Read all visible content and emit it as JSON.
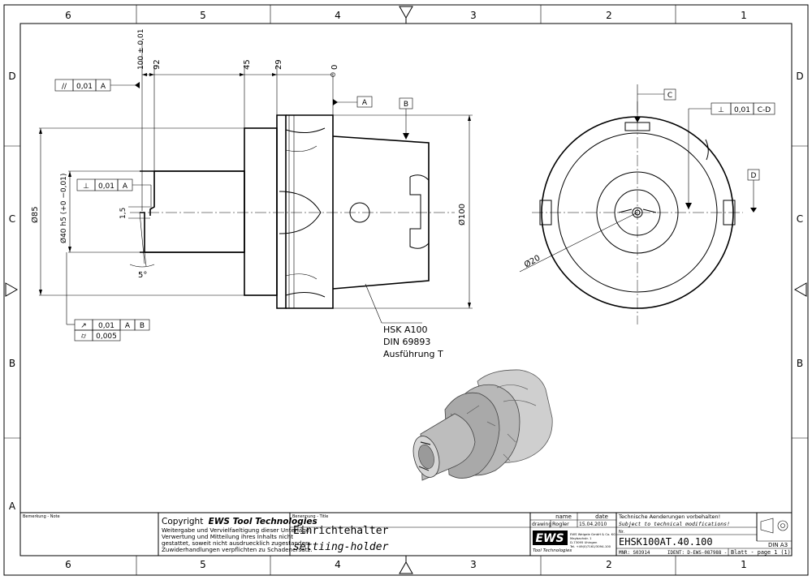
{
  "frame": {
    "col_labels_top": [
      "6",
      "5",
      "4",
      "3",
      "2",
      "1"
    ],
    "col_labels_bottom": [
      "6",
      "5",
      "4",
      "3",
      "2",
      "1"
    ],
    "row_labels": [
      "D",
      "C",
      "B",
      "A"
    ]
  },
  "dims": {
    "d100tol": "100 ± 0,01",
    "d92": "92",
    "d45": "45",
    "d29": "29",
    "d0": "0",
    "d85": "Ø85",
    "d40": "Ø40 h5 (+0  −0,01)",
    "d15": "1,5",
    "d5deg": "5°",
    "d100": "Ø100",
    "d20": "Ø20"
  },
  "datums": {
    "A": "A",
    "B": "B",
    "C": "C",
    "D": "D"
  },
  "tolerances": {
    "parallel": {
      "symbol": "//",
      "value": "0,01",
      "ref": "A"
    },
    "perp_left": {
      "symbol": "⊥",
      "value": "0,01",
      "ref": "A"
    },
    "perp_right": {
      "symbol": "⊥",
      "value": "0,01",
      "ref": "C-D"
    },
    "runout": {
      "symbol": "↗",
      "value": "0,01",
      "ref1": "A",
      "ref2": "B"
    },
    "cyl": {
      "symbol": "⌭",
      "value": "0,005"
    }
  },
  "callout": {
    "line1": "HSK A100",
    "line2": "DIN 69893",
    "line3": "Ausführung T"
  },
  "titleblock": {
    "note_label": "Bemerkung - Note",
    "copyright_prefix": "Copyright",
    "copyright_brand": "EWS Tool Technologies",
    "copyright_lines": [
      "Weitergabe und Vervielfaeltigung dieser Unterlage,",
      "Verwertung und Mitteilung ihres Inhalts nicht",
      "gestattet, soweit nicht ausdruecklich zugestanden.",
      "Zuwiderhandlungen verpflichten zu Schadenersatz."
    ],
    "title_label": "Benennung - Title",
    "title_de": "Einrichtehalter",
    "title_en": "settiing-holder",
    "col_name": "name",
    "col_date": "date",
    "row_drawing": "drawing",
    "drawer": "Rogler",
    "draw_date": "15.04.2010",
    "logo": "EWS",
    "logo_sub": "Tool Technologies",
    "address": [
      "EWS Weigele GmbH & Co. KG",
      "Maybachstr. 1",
      "D-73095 Uhingen",
      "Tel. +49(0)7161/3094-100"
    ],
    "notice_de": "Technische Aenderungen vorbehalten!",
    "notice_en": "Subject to technical modifications!",
    "nr_label": "Nr.",
    "part_number": "EHSK100AT.40.100",
    "mnr": "MNR: S03914",
    "ident": "IDENT: D-EWS-087988 -",
    "sheet": "Blatt - page  1 (1)",
    "din": "DIN A3"
  }
}
